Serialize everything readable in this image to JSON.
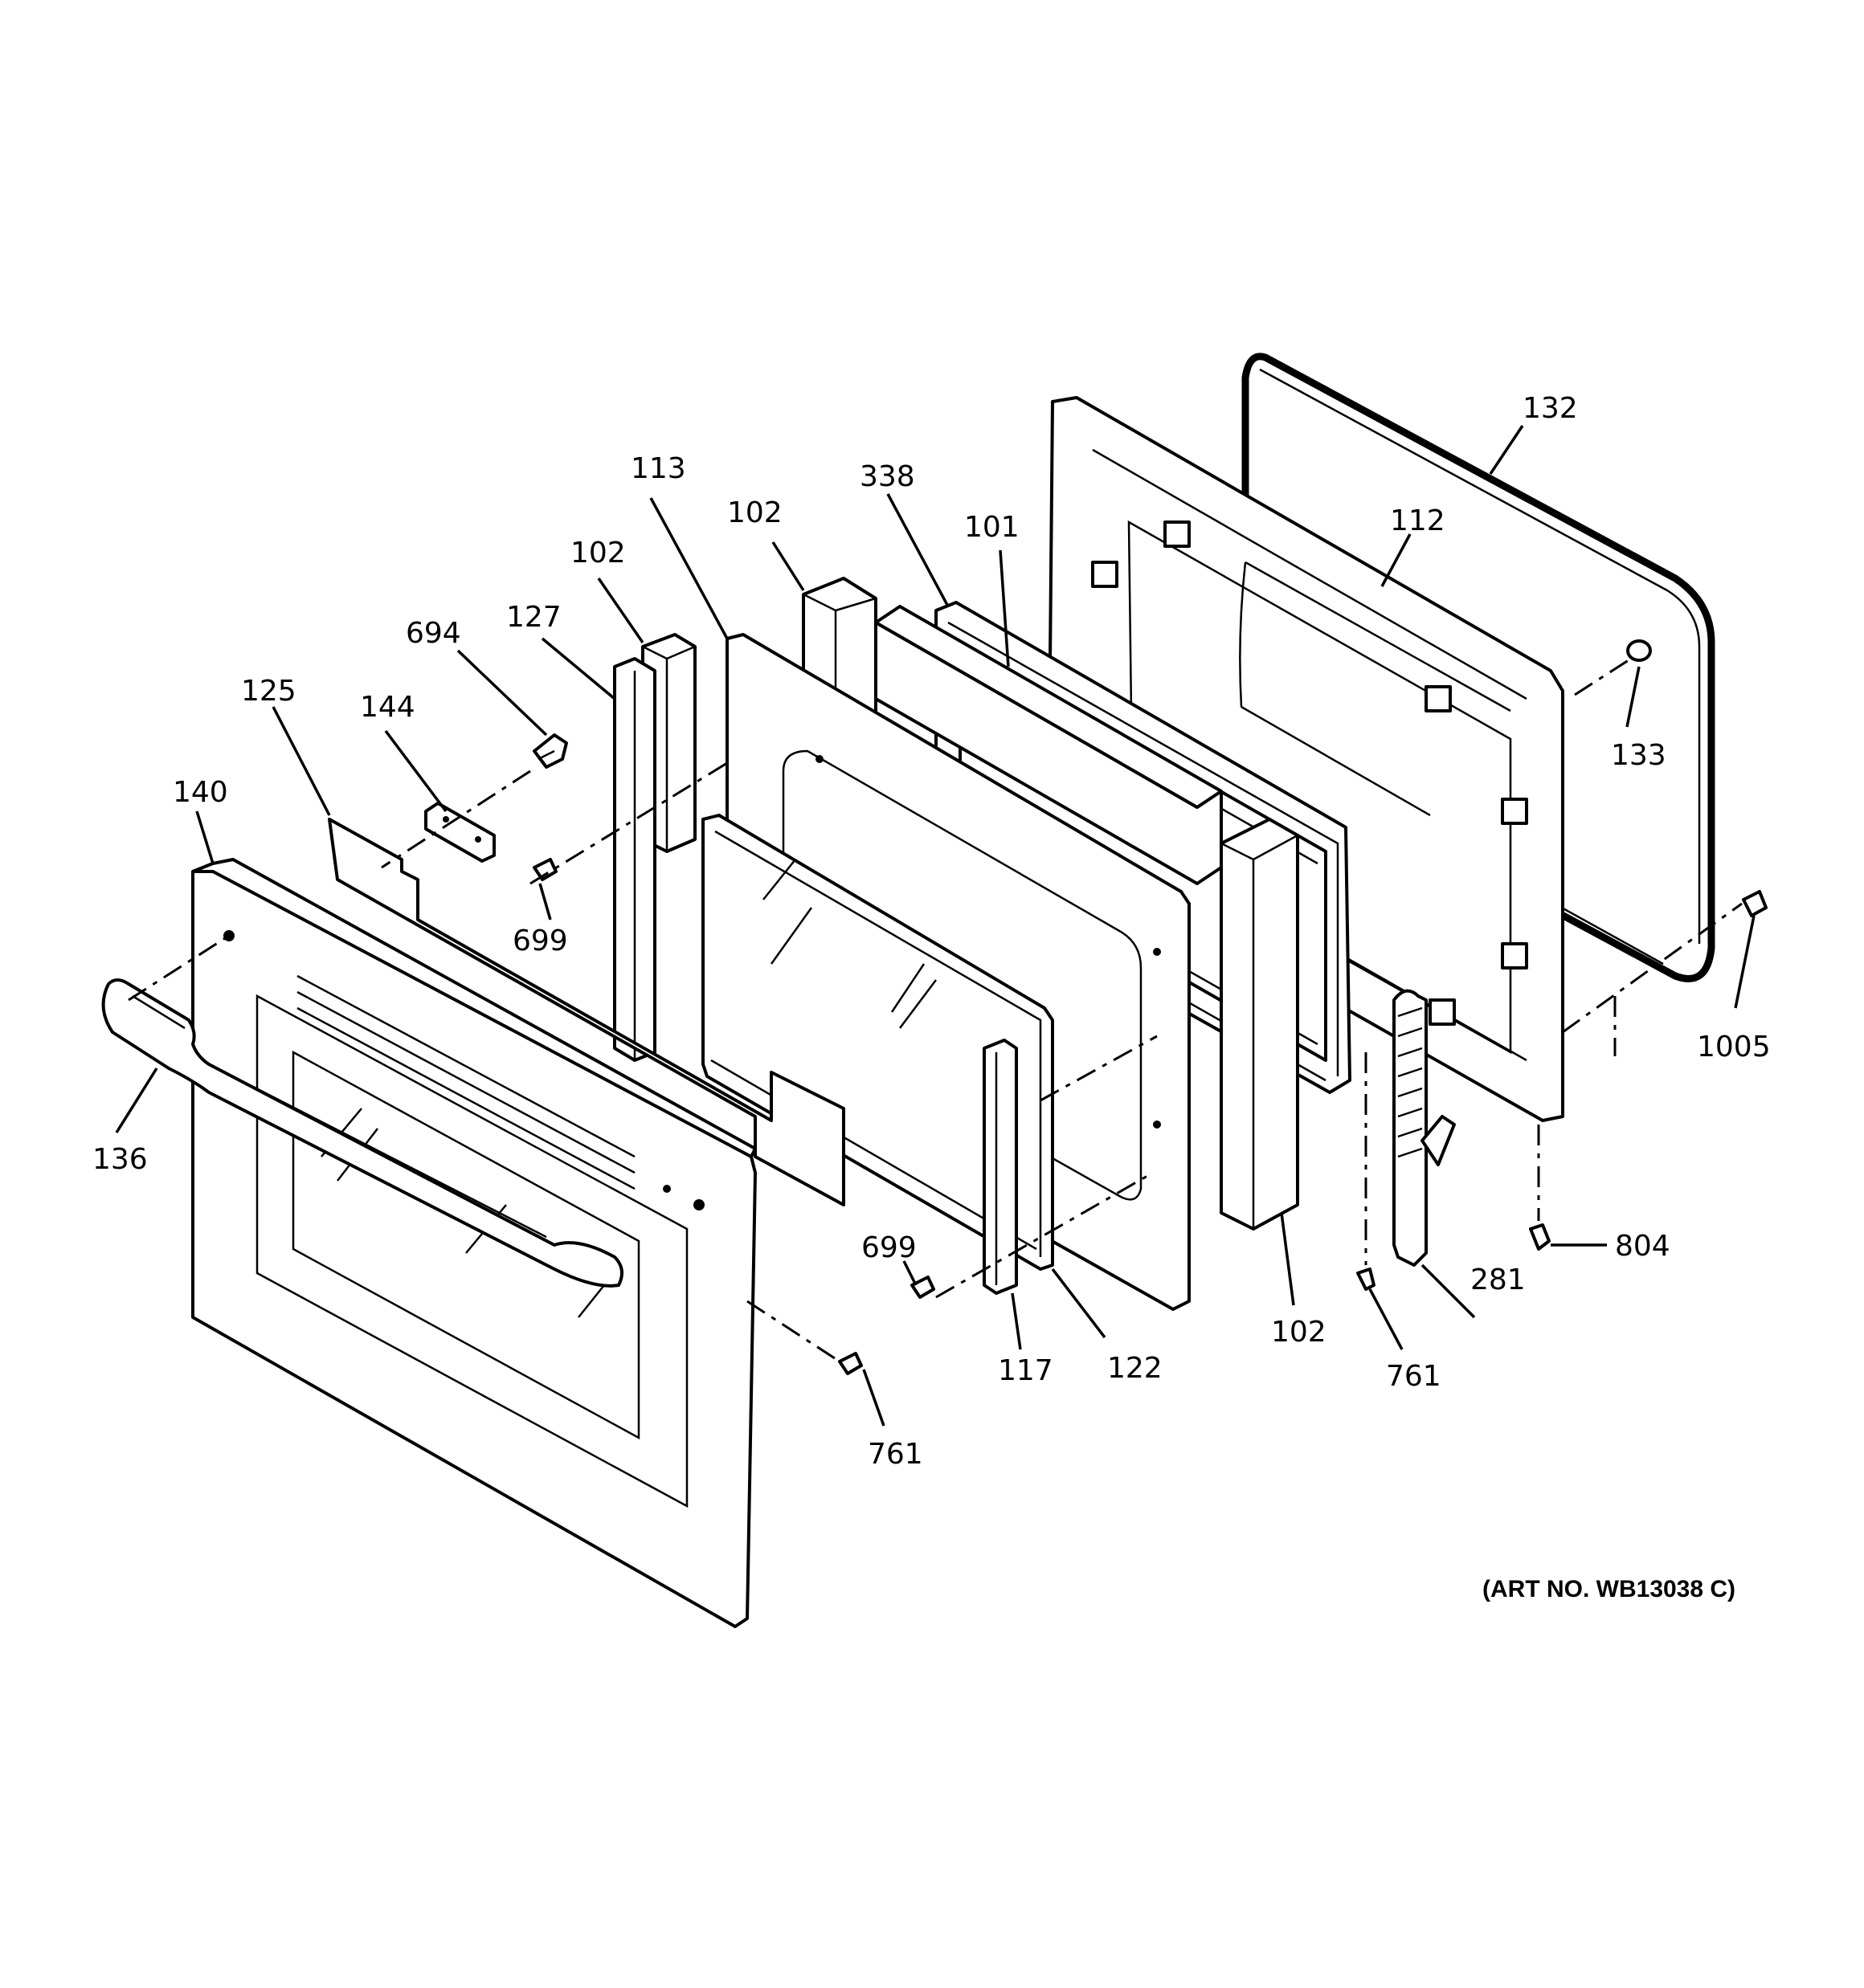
{
  "callouts": [
    {
      "label": "132"
    },
    {
      "label": "112"
    },
    {
      "label": "338"
    },
    {
      "label": "101"
    },
    {
      "label": "113"
    },
    {
      "label": "102"
    },
    {
      "label": "102"
    },
    {
      "label": "127"
    },
    {
      "label": "694"
    },
    {
      "label": "144"
    },
    {
      "label": "125"
    },
    {
      "label": "140"
    },
    {
      "label": "133"
    },
    {
      "label": "699"
    },
    {
      "label": "1005"
    },
    {
      "label": "136"
    },
    {
      "label": "804"
    },
    {
      "label": "699"
    },
    {
      "label": "281"
    },
    {
      "label": "102"
    },
    {
      "label": "117"
    },
    {
      "label": "122"
    },
    {
      "label": "761"
    },
    {
      "label": "761"
    }
  ],
  "art_number": "(ART NO. WB13038 C)"
}
